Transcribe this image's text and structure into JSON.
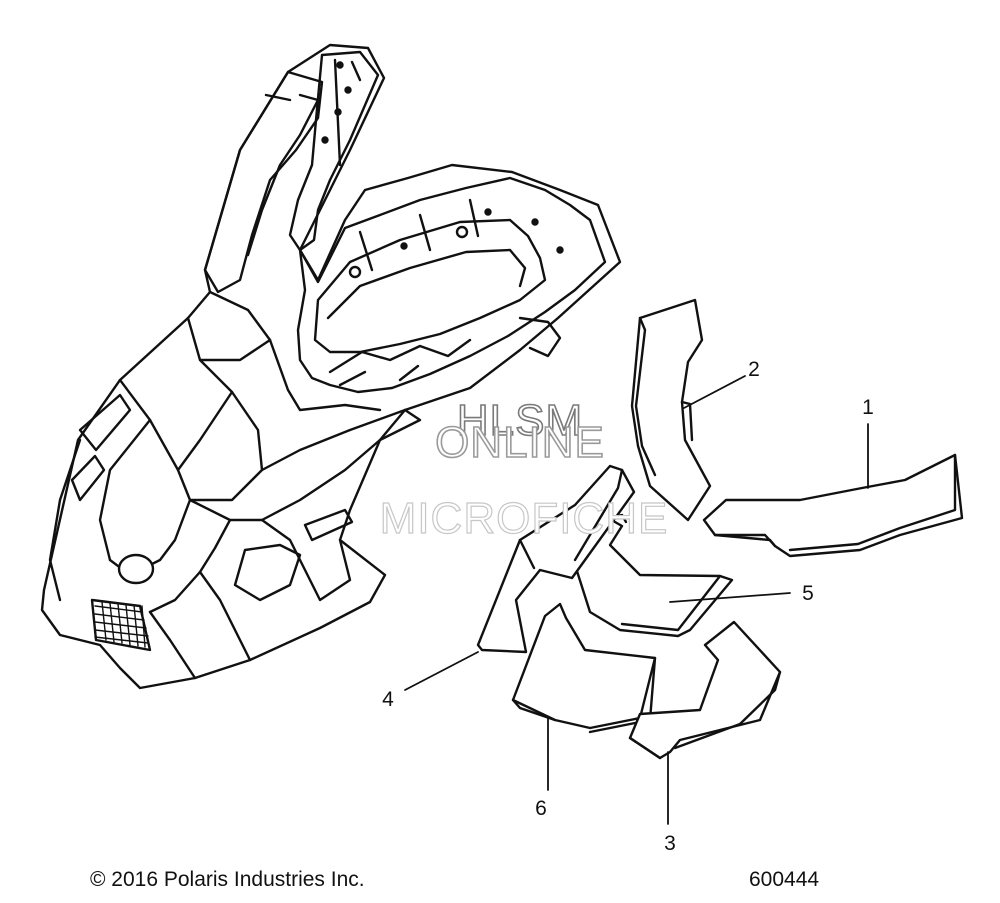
{
  "watermark": {
    "line1": "HLSM",
    "line2": "ONLINE",
    "line3": "MICROFICHE"
  },
  "callouts": [
    "1",
    "2",
    "3",
    "4",
    "5",
    "6"
  ],
  "footer": {
    "copyright": "© 2016 Polaris Industries Inc.",
    "figure_number": "600444"
  }
}
